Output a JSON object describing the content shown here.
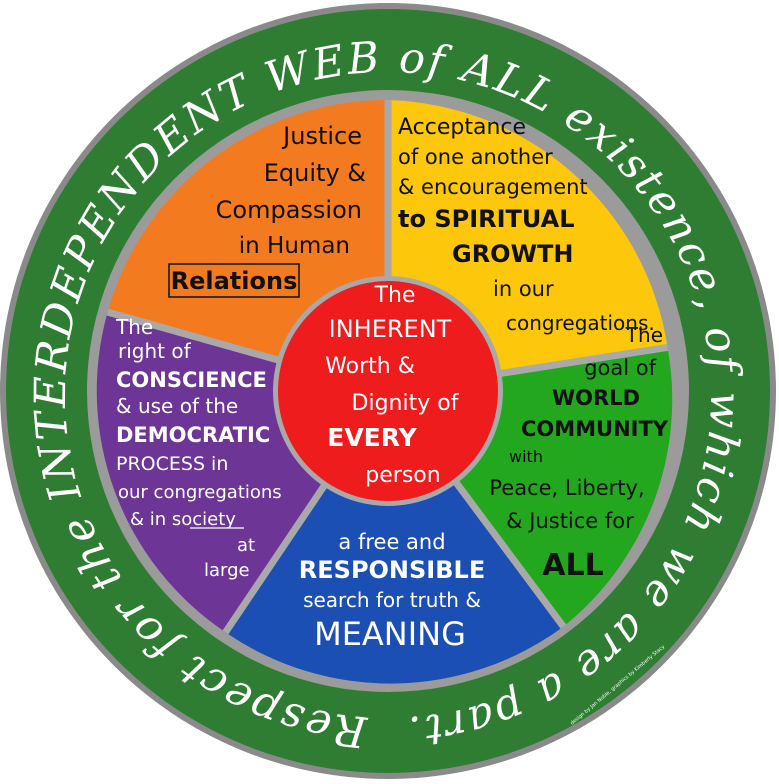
{
  "ring": {
    "text": "Respect for the INTERDEPENDENT WEB of ALL existence, of which we are a part.",
    "color": "#2e7d32",
    "text_color": "#ffffff"
  },
  "center": {
    "color": "#ee1c1c",
    "lines": [
      "The",
      "INHERENT",
      "Worth &",
      "Dignity of",
      "EVERY",
      "person"
    ]
  },
  "segments": [
    {
      "name": "justice",
      "color": "#f47a20",
      "lines": [
        "Justice",
        "Equity &",
        "Compassion",
        "in Human",
        "Relations"
      ]
    },
    {
      "name": "acceptance",
      "color": "#fdc70b",
      "lines": [
        "Acceptance",
        "of one another",
        "& encouragement",
        "to SPIRITUAL",
        "GROWTH",
        "in our",
        "congregations."
      ]
    },
    {
      "name": "world-community",
      "color": "#22a71e",
      "lines": [
        "The",
        "goal of",
        "WORLD",
        "COMMUNITY",
        "with",
        "Peace, Liberty,",
        "& Justice for",
        "ALL"
      ]
    },
    {
      "name": "responsible-search",
      "color": "#1b4fb4",
      "lines": [
        "a free and",
        "RESPONSIBLE",
        "search for truth &",
        "MEANING"
      ]
    },
    {
      "name": "conscience",
      "color": "#6d3595",
      "lines": [
        "The",
        "right of",
        "CONSCIENCE",
        "& use of the",
        "DEMOCRATIC",
        "PROCESS in",
        "our congregations",
        "& in society",
        "at",
        "large"
      ]
    }
  ],
  "credit": "design by Jan Noble, graphics by Kimberly Stacy"
}
